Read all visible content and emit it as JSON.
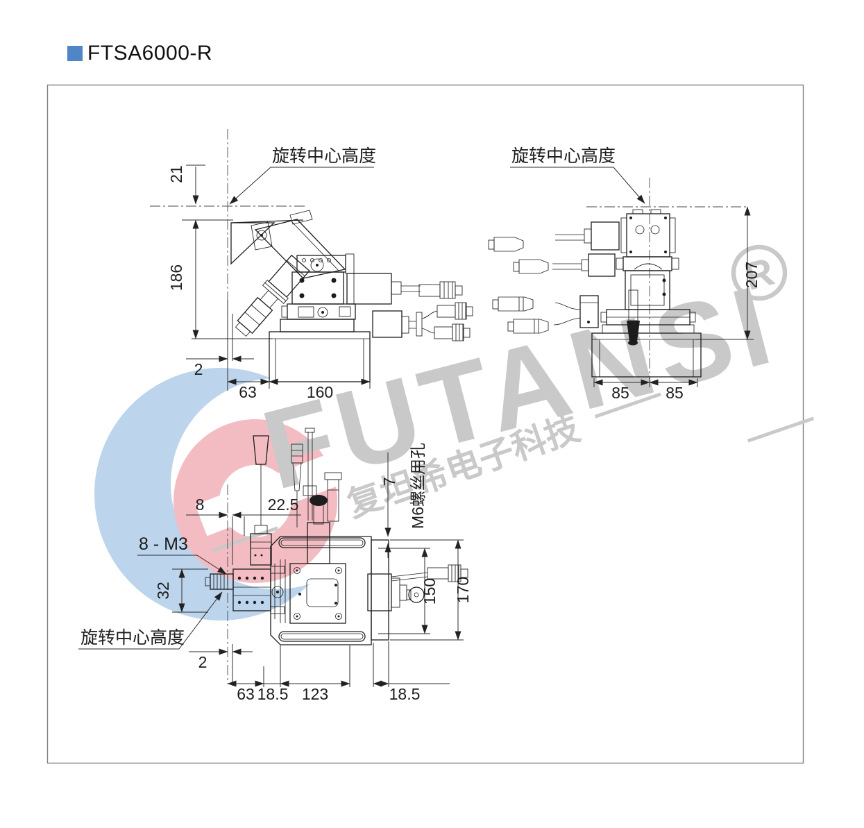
{
  "page": {
    "title": "FTSA6000-R",
    "accent_color": "#4f86c6",
    "border_color": "#7f7f7f"
  },
  "watermark": {
    "brand": "FUTANSI",
    "brand_cn": "复坦希电子科技",
    "dash_left": "——",
    "dash_right": "——",
    "dash_far": "——",
    "registered_mark": "R",
    "text_color": "#c9c9c9",
    "logo_blue": "#bcd4ec",
    "logo_pink": "#f3bcc3"
  },
  "view_side": {
    "label_rotation_center": "旋转中心高度",
    "dim_21": "21",
    "dim_186": "186",
    "dim_2": "2",
    "dim_63": "63",
    "dim_160": "160"
  },
  "view_front": {
    "label_rotation_center": "旋转中心高度",
    "dim_207": "207",
    "dim_85_left": "85",
    "dim_85_right": "85"
  },
  "view_top": {
    "label_rotation_center": "旋转中心高度",
    "dim_8": "8",
    "dim_22_5": "22.5",
    "dim_7": "7",
    "note_m6": "M6螺丝用孔",
    "note_8_m3": "8 - M3",
    "dim_32": "32",
    "dim_2": "2",
    "dim_63": "63",
    "dim_18_5_left": "18.5",
    "dim_123": "123",
    "dim_18_5_right": "18.5",
    "dim_150": "150",
    "dim_170": "170"
  }
}
